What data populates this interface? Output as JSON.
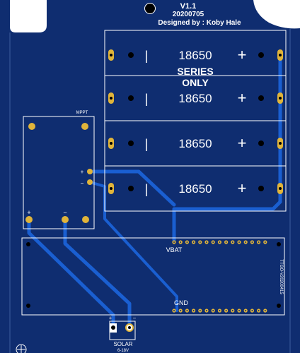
{
  "header": {
    "version": "V1.1",
    "date": "20200705",
    "designer": "Designed by : Koby Hale"
  },
  "battery": {
    "cells": [
      {
        "label": "18650",
        "minus": "|",
        "plus": "+"
      },
      {
        "label": "18650",
        "minus": "|",
        "plus": "+"
      },
      {
        "label": "18650",
        "minus": "|",
        "plus": "+"
      },
      {
        "label": "18650",
        "minus": "|",
        "plus": "+"
      }
    ],
    "note_line1": "SERIES",
    "note_line2": "ONLY"
  },
  "mppt": {
    "title": "MPPT",
    "out_plus": "+",
    "out_minus": "−",
    "in_plus": "+",
    "in_minus": "−"
  },
  "board": {
    "vbat": "VBAT",
    "gnd": "GND",
    "module_id": "TTGO-V20200415"
  },
  "solar": {
    "plus": "+",
    "minus": "−",
    "label": "SOLAR",
    "range": "6-18V"
  },
  "colors": {
    "board": "#0f2d70",
    "trace": "#1a5fd1",
    "pad": "#e0b43a",
    "silk": "#ffffff"
  }
}
